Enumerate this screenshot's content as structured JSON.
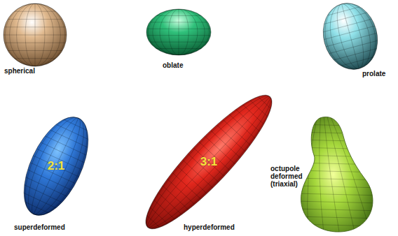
{
  "diagram": {
    "labels": [
      "spherical",
      "oblate",
      "prolate",
      "2:1",
      "superdeformed",
      "3:1",
      "hyperdeformed",
      "octupole deformed (triaxial)"
    ]
  }
}
